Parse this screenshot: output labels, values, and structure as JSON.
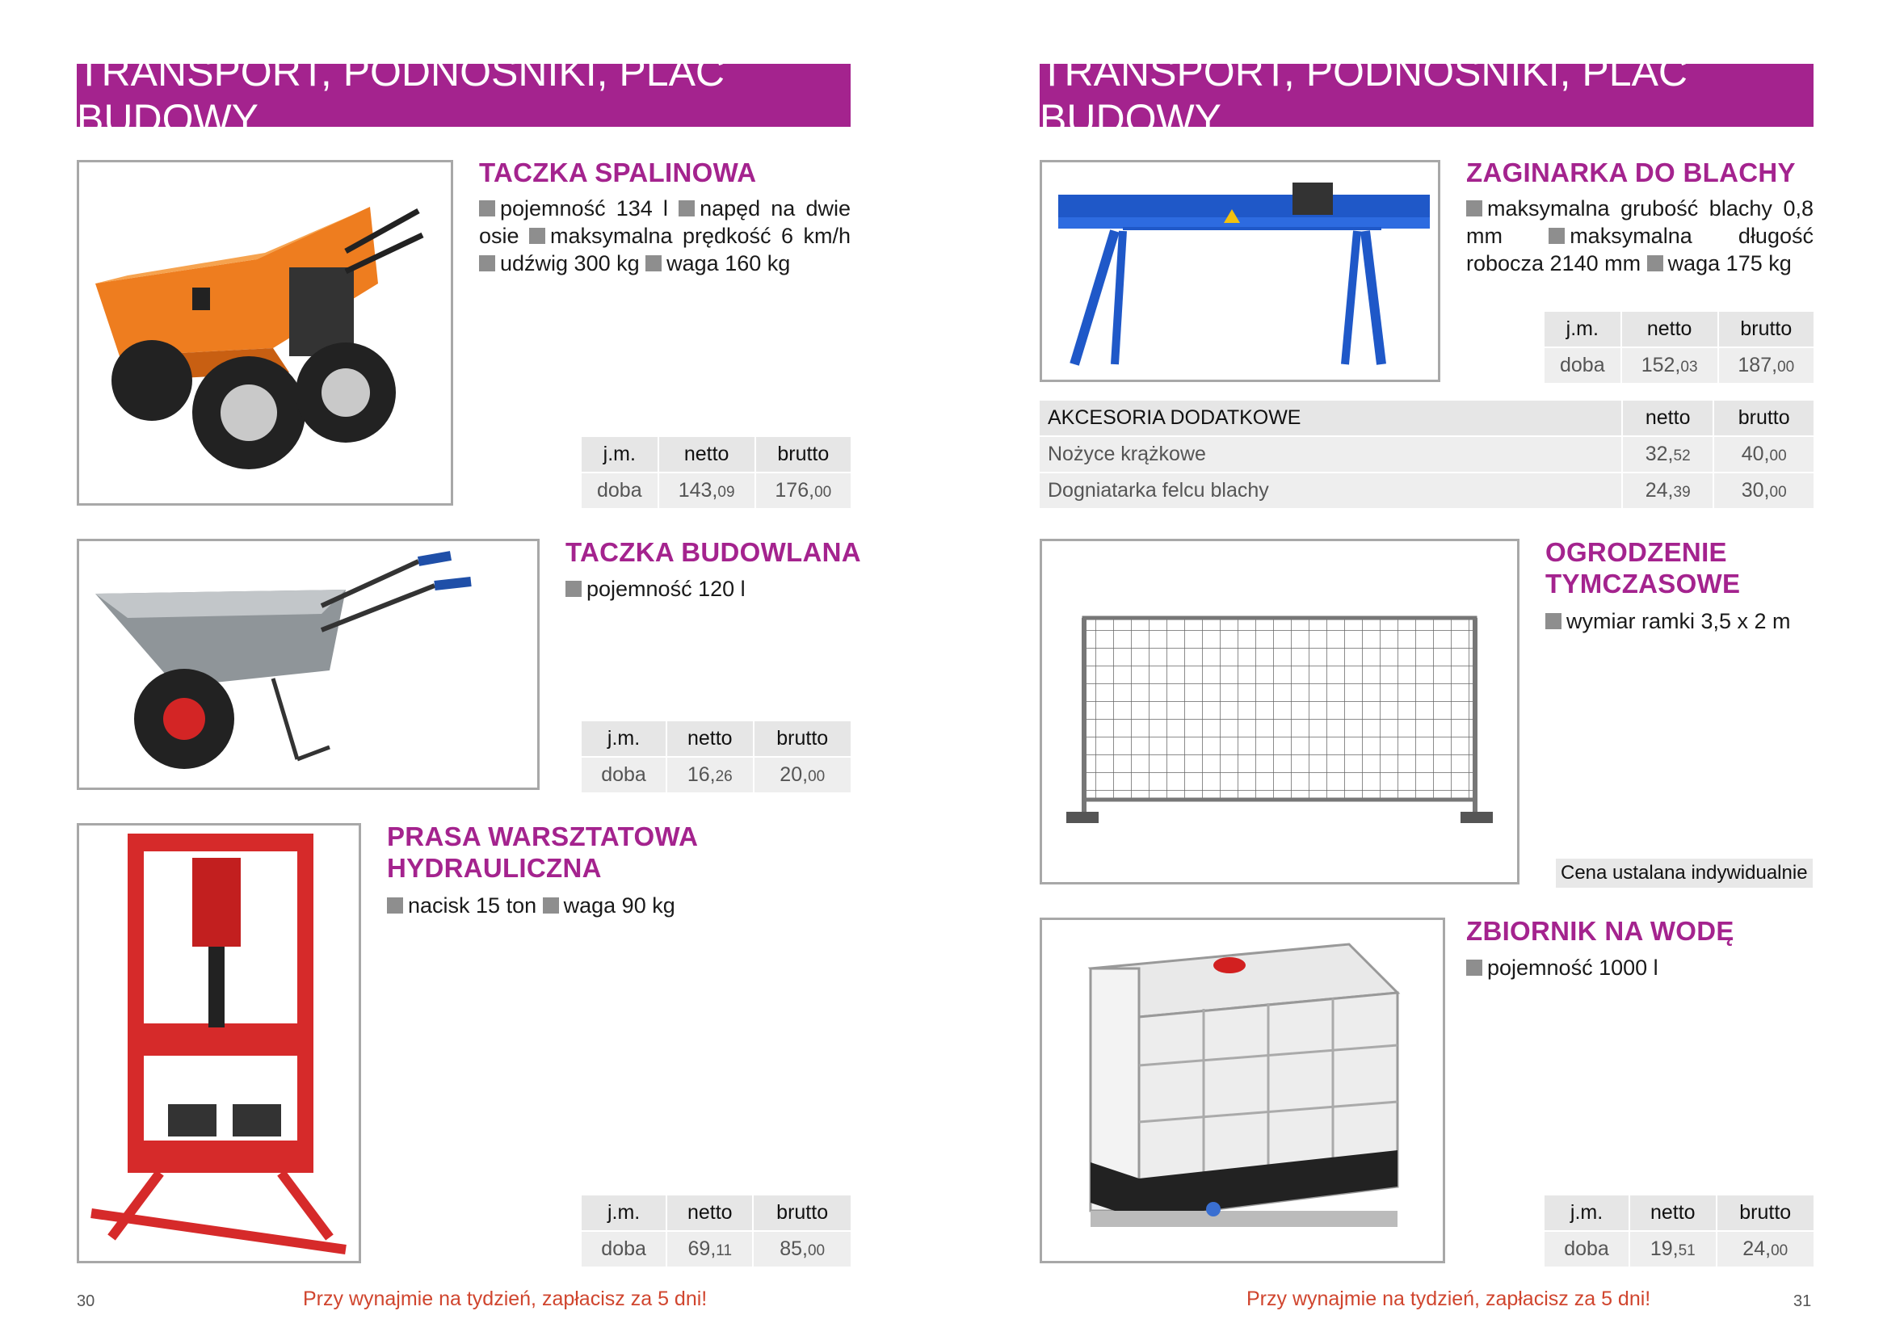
{
  "left": {
    "header": "TRANSPORT, PODNOŚNIKI, PLAC BUDOWY",
    "page_number": "30",
    "footer": "Przy wynajmie na tydzień, zapłacisz za 5 dni!",
    "products": [
      {
        "title": "TACZKA SPALINOWA",
        "specs": [
          "pojemność 134 l",
          "napęd na dwie osie",
          "maksymalna prędkość 6 km/h",
          "udźwig 300 kg",
          "waga 160 kg"
        ],
        "price": {
          "unit_header": "j.m.",
          "netto_header": "netto",
          "brutto_header": "brutto",
          "unit": "doba",
          "netto_main": "143,",
          "netto_dec": "09",
          "brutto_main": "176,",
          "brutto_dec": "00"
        }
      },
      {
        "title": "TACZKA BUDOWLANA",
        "specs": [
          "pojemność 120 l"
        ],
        "price": {
          "unit_header": "j.m.",
          "netto_header": "netto",
          "brutto_header": "brutto",
          "unit": "doba",
          "netto_main": "16,",
          "netto_dec": "26",
          "brutto_main": "20,",
          "brutto_dec": "00"
        }
      },
      {
        "title_line1": "PRASA WARSZTATOWA",
        "title_line2": "HYDRAULICZNA",
        "specs": [
          "nacisk 15 ton",
          "waga 90 kg"
        ],
        "price": {
          "unit_header": "j.m.",
          "netto_header": "netto",
          "brutto_header": "brutto",
          "unit": "doba",
          "netto_main": "69,",
          "netto_dec": "11",
          "brutto_main": "85,",
          "brutto_dec": "00"
        }
      }
    ]
  },
  "right": {
    "header": "TRANSPORT, PODNOŚNIKI, PLAC BUDOWY",
    "page_number": "31",
    "footer": "Przy wynajmie na tydzień, zapłacisz za 5 dni!",
    "products": [
      {
        "title": "ZAGINARKA DO BLACHY",
        "specs": [
          "maksymalna grubość blachy 0,8 mm",
          "maksymalna długość robocza 2140 mm",
          "waga 175 kg"
        ],
        "price": {
          "unit_header": "j.m.",
          "netto_header": "netto",
          "brutto_header": "brutto",
          "unit": "doba",
          "netto_main": "152,",
          "netto_dec": "03",
          "brutto_main": "187,",
          "brutto_dec": "00"
        },
        "accessories": {
          "header": "AKCESORIA DODATKOWE",
          "netto_header": "netto",
          "brutto_header": "brutto",
          "rows": [
            {
              "name": "Nożyce krążkowe",
              "netto_main": "32,",
              "netto_dec": "52",
              "brutto_main": "40,",
              "brutto_dec": "00"
            },
            {
              "name": "Dogniatarka felcu blachy",
              "netto_main": "24,",
              "netto_dec": "39",
              "brutto_main": "30,",
              "brutto_dec": "00"
            }
          ]
        }
      },
      {
        "title_line1": "OGRODZENIE",
        "title_line2": "TYMCZASOWE",
        "specs": [
          "wymiar ramki 3,5 x 2 m"
        ],
        "note": "Cena ustalana indywidualnie"
      },
      {
        "title": "ZBIORNIK NA WODĘ",
        "specs": [
          "pojemność 1000 l"
        ],
        "price": {
          "unit_header": "j.m.",
          "netto_header": "netto",
          "brutto_header": "brutto",
          "unit": "doba",
          "netto_main": "19,",
          "netto_dec": "51",
          "brutto_main": "24,",
          "brutto_dec": "00"
        }
      }
    ]
  },
  "colors": {
    "accent": "#a4238e",
    "footer": "#d0452e",
    "table": "#e6e6e6"
  }
}
